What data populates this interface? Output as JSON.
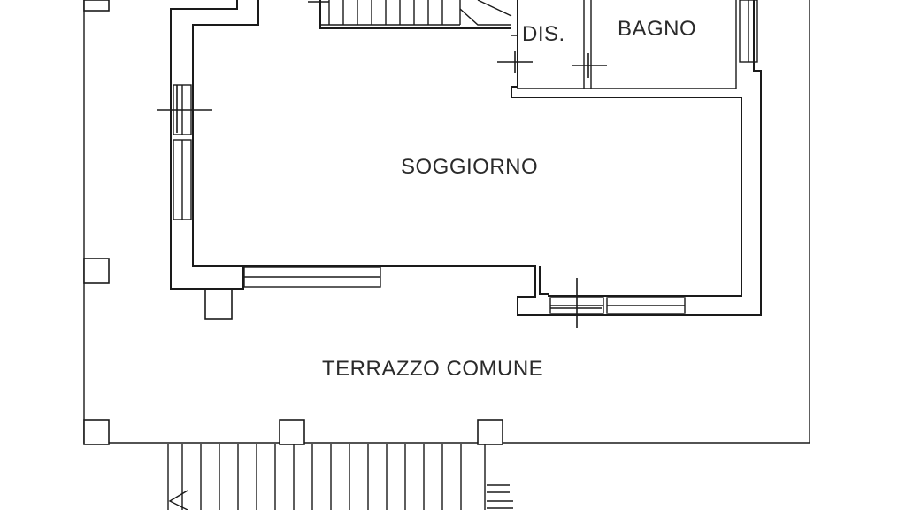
{
  "rooms": {
    "disimpegno": "DIS.",
    "bagno": "BAGNO",
    "soggiorno": "SOGGIORNO",
    "terrazzo": "TERRAZZO COMUNE"
  },
  "colors": {
    "line": "#1a1a1a",
    "text": "#2a2a2a",
    "background": "#ffffff"
  }
}
